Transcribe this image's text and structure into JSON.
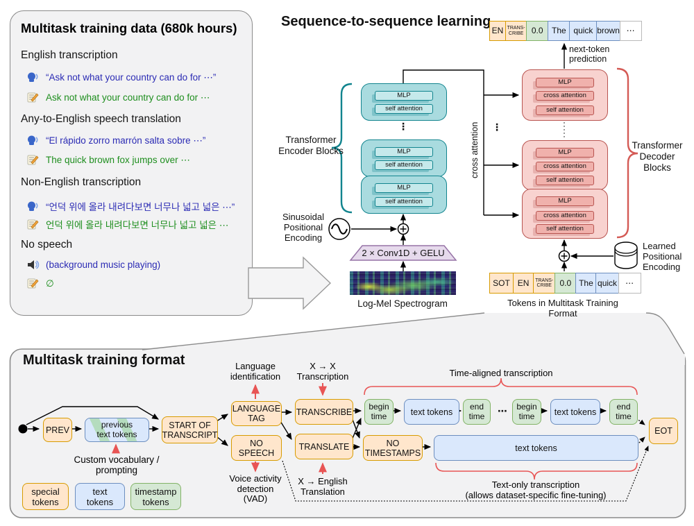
{
  "colors": {
    "special_fill": "#FFE6CC",
    "special_stroke": "#D79B00",
    "text_fill": "#DAE8FC",
    "text_stroke": "#6C8EBF",
    "timestamp_fill": "#D5E8D4",
    "timestamp_stroke": "#82B366",
    "encoder_fill": "#A9DBDF",
    "encoder_stroke": "#11848E",
    "decoder_fill": "#F8D2CF",
    "decoder_stroke": "#B85450",
    "conv_fill": "#E6DAEC",
    "conv_stroke": "#9673A6",
    "red_accent": "#E85555",
    "audio_text": "#2B2BB4",
    "transcript_text": "#1E8E1E",
    "panel_fill": "#F2F2F3",
    "panel_stroke": "#8A8A8A"
  },
  "left_panel": {
    "title": "Multitask training data (680k hours)",
    "sections": [
      {
        "heading": "English transcription",
        "audio": "“Ask not what your country can do for ⋯”",
        "transcript": "Ask not what your country can do for ⋯"
      },
      {
        "heading": "Any-to-English speech translation",
        "audio": "“El rápido zorro marrón salta sobre ⋯”",
        "transcript": "The quick brown fox jumps over ⋯"
      },
      {
        "heading": "Non-English transcription",
        "audio": "“언덕 위에 올라 내려다보면 너무나 넓고 넓은 ⋯”",
        "transcript": "언덕 위에 올라 내려다보면 너무나 넓고 넓은 ⋯"
      },
      {
        "heading": "No speech",
        "audio": "(background music playing)",
        "transcript": "∅"
      }
    ]
  },
  "seq2seq": {
    "title": "Sequence-to-sequence learning",
    "encoder_brace_label": [
      "Transformer",
      "Encoder Blocks"
    ],
    "decoder_brace_label": [
      "Transformer",
      "Decoder Blocks"
    ],
    "rows": {
      "mlp": "MLP",
      "self_attention": "self attention",
      "cross_attention": "cross attention"
    },
    "cross_attention_label": "cross attention",
    "ellipsis_v": "⋮",
    "next_token_label": [
      "next-token",
      "prediction"
    ],
    "sinusoidal_label": [
      "Sinusoidal",
      "Positional",
      "Encoding"
    ],
    "learned_label": [
      "Learned",
      "Positional",
      "Encoding"
    ],
    "conv_label": "2 × Conv1D + GELU",
    "spectrogram_label": "Log-Mel Spectrogram",
    "tokens_caption": "Tokens in Multitask Training Format",
    "output_tokens": [
      {
        "lines": [
          "EN"
        ]
      },
      {
        "lines": [
          "TRANS-",
          "CRIBE"
        ]
      },
      {
        "lines": [
          "0.0"
        ]
      },
      {
        "lines": [
          "The"
        ]
      },
      {
        "lines": [
          "quick"
        ]
      },
      {
        "lines": [
          "brown"
        ]
      },
      {
        "lines": [
          "⋯"
        ]
      }
    ],
    "input_tokens": [
      {
        "lines": [
          "SOT"
        ]
      },
      {
        "lines": [
          "EN"
        ]
      },
      {
        "lines": [
          "TRANS-",
          "CRIBE"
        ]
      },
      {
        "lines": [
          "0.0"
        ]
      },
      {
        "lines": [
          "The"
        ]
      },
      {
        "lines": [
          "quick"
        ]
      },
      {
        "lines": [
          "⋯"
        ]
      }
    ]
  },
  "format_panel": {
    "title": "Multitask training format",
    "nodes": {
      "prev": "PREV",
      "prev_tokens": [
        "previous",
        "text tokens"
      ],
      "sot": [
        "START OF",
        "TRANSCRIPT"
      ],
      "language_tag": [
        "LANGUAGE",
        "TAG"
      ],
      "no_speech": [
        "NO",
        "SPEECH"
      ],
      "transcribe": "TRANSCRIBE",
      "translate": "TRANSLATE",
      "no_timestamps": [
        "NO",
        "TIMESTAMPS"
      ],
      "begin_time": [
        "begin",
        "time"
      ],
      "text_tokens": "text tokens",
      "end_time": [
        "end",
        "time"
      ],
      "ellipsis": "⋯",
      "big_text_tokens": "text tokens",
      "eot": "EOT"
    },
    "annotations": {
      "custom_vocab": [
        "Custom vocabulary /",
        "prompting"
      ],
      "language_id": [
        "Language",
        "identification"
      ],
      "vad": [
        "Voice activity",
        "detection",
        "(VAD)"
      ],
      "x_to_x": [
        "X → X",
        "Transcription"
      ],
      "x_to_english": [
        "X → English",
        "Translation"
      ],
      "time_aligned": "Time-aligned transcription",
      "text_only": [
        "Text-only transcription",
        "(allows dataset-specific fine-tuning)"
      ]
    },
    "legend": [
      {
        "lines": [
          "special",
          "tokens"
        ]
      },
      {
        "lines": [
          "text",
          "tokens"
        ]
      },
      {
        "lines": [
          "timestamp",
          "tokens"
        ]
      }
    ]
  }
}
